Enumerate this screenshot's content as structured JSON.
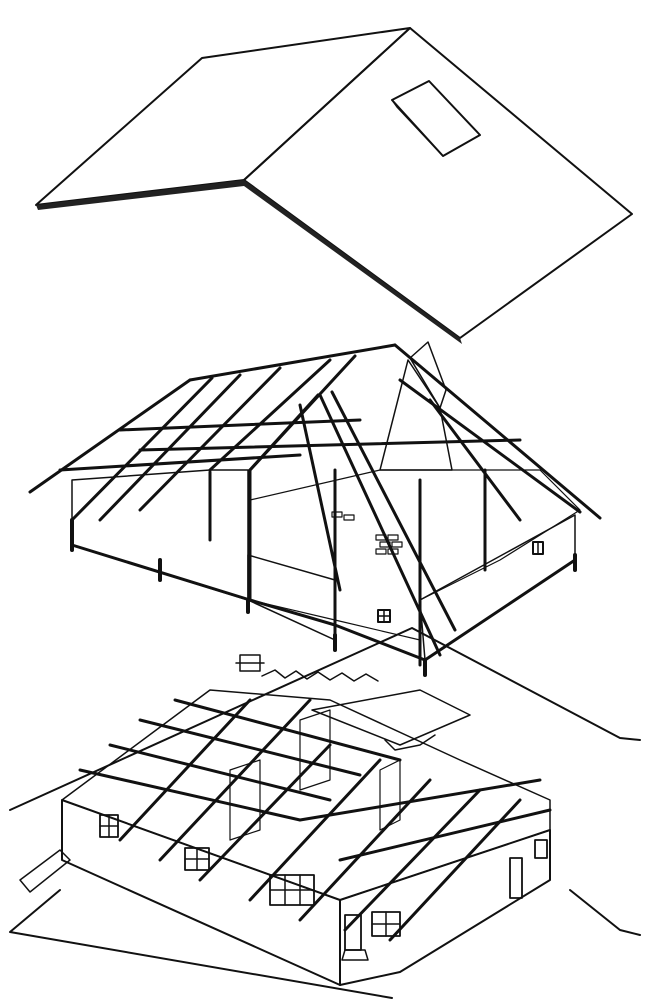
{
  "illustration": {
    "layers": [
      "roof",
      "roof-frame",
      "ground-floor"
    ],
    "colors": {
      "ink": "#111111",
      "paper": "#ffffff"
    }
  }
}
